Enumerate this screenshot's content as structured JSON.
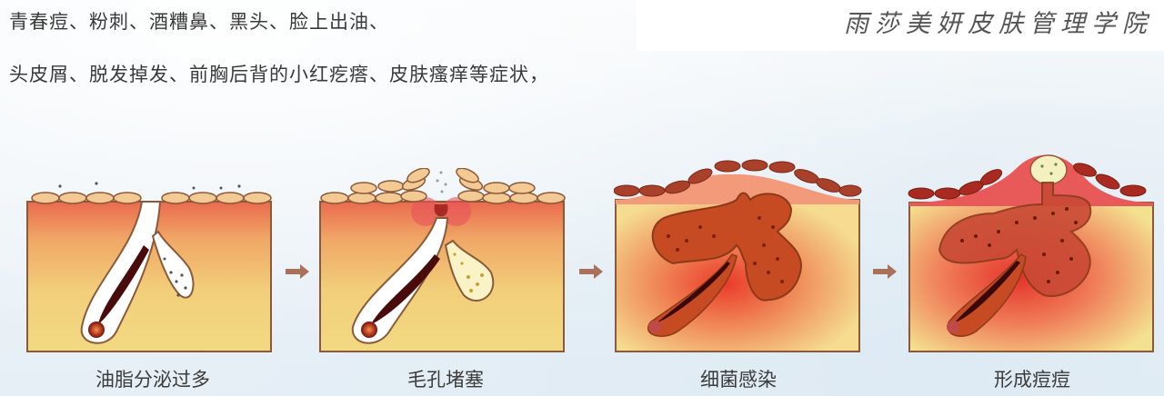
{
  "header": {
    "line1": "青春痘、粉刺、酒糟鼻、黑头、脸上出油、",
    "line2": "头皮屑、脱发掉发、前胸后背的小红疙瘩、皮肤瘙痒等症状，",
    "brand": "雨莎美妍皮肤管理学院"
  },
  "stages": [
    {
      "label": "油脂分泌过多",
      "icon": "skin-cross-section-excess-oil"
    },
    {
      "label": "毛孔堵塞",
      "icon": "skin-cross-section-clogged-pore"
    },
    {
      "label": "细菌感染",
      "icon": "skin-cross-section-bacterial-infection"
    },
    {
      "label": "形成痘痘",
      "icon": "skin-cross-section-pimple-formed"
    }
  ],
  "arrows": [
    "arrow-right-icon",
    "arrow-right-icon",
    "arrow-right-icon"
  ],
  "colors": {
    "skin_top": "#ea6a4e",
    "skin_bottom": "#f3d77e",
    "cell": "#f2c590",
    "cell_dark": "#b9462e",
    "outline": "#8a5a3a",
    "arrow": "#a9705a",
    "infection": "#c64a22"
  }
}
